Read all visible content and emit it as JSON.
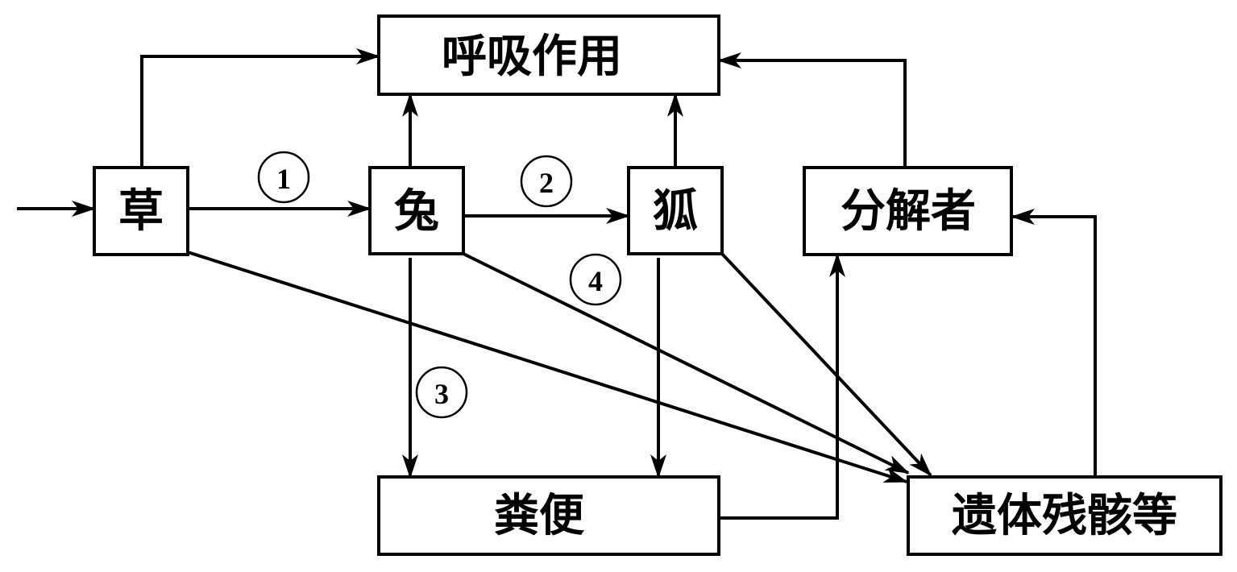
{
  "title": "生态系统能量流动示意图",
  "nodes": {
    "respiration": "呼吸作用",
    "grass": "草",
    "rabbit": "兔",
    "fox": "狐",
    "decomposer": "分解者",
    "feces": "粪便",
    "remains": "遗体残骸等"
  },
  "labels": {
    "one": "1",
    "two": "2",
    "three": "3",
    "four": "4"
  },
  "edges": [
    {
      "from": "input",
      "to": "grass"
    },
    {
      "from": "grass",
      "to": "rabbit",
      "label": "1"
    },
    {
      "from": "rabbit",
      "to": "fox",
      "label": "2"
    },
    {
      "from": "grass",
      "to": "respiration"
    },
    {
      "from": "rabbit",
      "to": "respiration"
    },
    {
      "from": "fox",
      "to": "respiration"
    },
    {
      "from": "decomposer",
      "to": "respiration"
    },
    {
      "from": "rabbit",
      "to": "feces",
      "label": "3"
    },
    {
      "from": "fox",
      "to": "feces"
    },
    {
      "from": "grass",
      "to": "remains"
    },
    {
      "from": "rabbit",
      "to": "remains",
      "label": "4"
    },
    {
      "from": "fox",
      "to": "remains"
    },
    {
      "from": "feces",
      "to": "decomposer"
    },
    {
      "from": "remains",
      "to": "decomposer"
    }
  ],
  "colors": {
    "stroke": "#000000",
    "background": "#ffffff"
  }
}
